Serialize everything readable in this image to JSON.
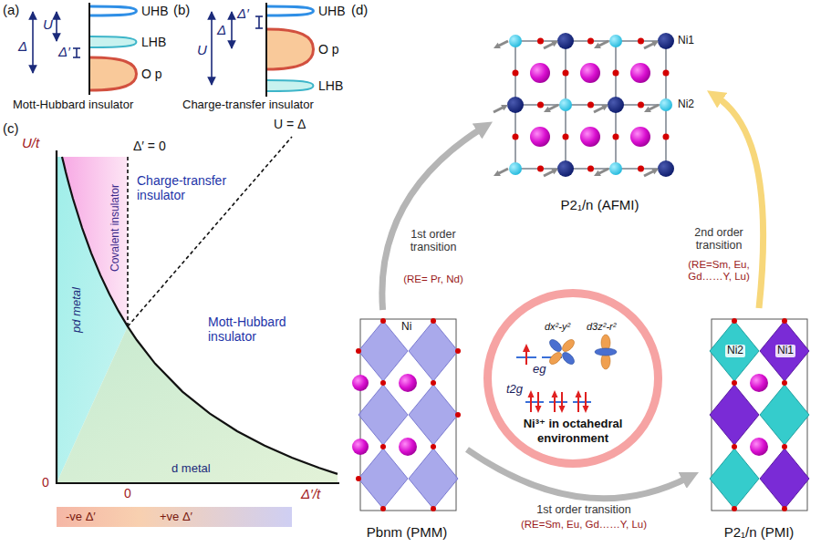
{
  "diagram": {
    "nodes": [
      {
        "text": [
          "UHB"
        ]
      },
      {
        "text": [
          "LHB"
        ]
      },
      {
        "text": [
          "O p"
        ]
      },
      {
        "text": [
          "UHB"
        ]
      },
      {
        "text": [
          "O p"
        ]
      },
      {
        "text": [
          "LHB"
        ]
      },
      {
        "text": [
          "P2₁/n (AFMI)"
        ]
      },
      {
        "text": [
          "Pbnm (PMM)"
        ]
      },
      {
        "text": [
          "eg",
          "dx²-y²",
          "d3z²-r²",
          "t2g",
          "Ni³⁺ in octahedral environment"
        ]
      },
      {
        "text": [
          "P2₁/n (PMI)"
        ]
      }
    ],
    "edges": [
      {
        "from": 7,
        "to": 6,
        "arrow": "to",
        "label": "1st order transition"
      },
      {
        "from": 9,
        "to": 6,
        "arrow": "to",
        "label": "2nd order transition"
      },
      {
        "from": 7,
        "to": 9,
        "arrow": "to",
        "label": "1st order transition"
      }
    ],
    "labels": [
      "(a)",
      "U",
      "Δ′",
      "Δ",
      "Mott-Hubbard insulator",
      "(b)",
      "U",
      "Δ",
      "Δ′",
      "Charge-transfer insulator",
      "(c)",
      "U/t",
      "0",
      "pd metal",
      "Covalent insulator",
      "Δ′ = 0",
      "U = Δ",
      "Charge-transfer insulator",
      "Mott-Hubbard insulator",
      "d metal",
      "0",
      "Δ′/t",
      "-ve Δ′",
      "+ve Δ′",
      "(d)",
      "Ni1",
      "Ni2",
      "Ni",
      "Ni2",
      "Ni1",
      "(RE= Pr, Nd)",
      "(RE=Sm, Eu, Gd……Y, Lu)",
      "(RE=Sm, Eu, Gd……Y, Lu)"
    ]
  }
}
